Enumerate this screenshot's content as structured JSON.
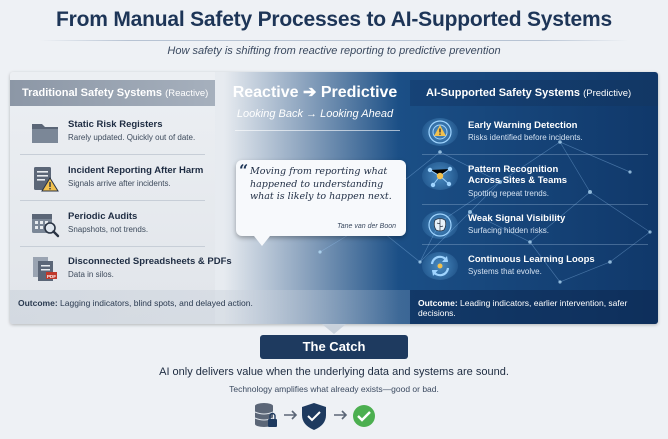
{
  "header": {
    "title": "From Manual Safety Processes to AI-Supported Systems",
    "subtitle": "How safety is shifting from reactive reporting to predictive prevention"
  },
  "left": {
    "title": "Traditional Safety Systems",
    "title_sub": "(Reactive)",
    "items": [
      {
        "title": "Static Risk Registers",
        "desc": "Rarely updated. Quickly out of date.",
        "icon": "folder-icon"
      },
      {
        "title": "Incident Reporting After Harm",
        "desc": "Signals arrive after incidents.",
        "icon": "clipboard-warning-icon"
      },
      {
        "title": "Periodic Audits",
        "desc": "Snapshots, not trends.",
        "icon": "calendar-search-icon"
      },
      {
        "title": "Disconnected Spreadsheets & PDFs",
        "desc": "Data in silos.",
        "icon": "documents-icon"
      }
    ],
    "outcome_label": "Outcome:",
    "outcome_text": "Lagging indicators, blind spots, and delayed action."
  },
  "center": {
    "reactive": "Reactive",
    "predictive": "Predictive",
    "looking_back": "Looking Back",
    "looking_ahead": "Looking Ahead",
    "quote": "Moving from reporting what happened to understanding what is likely to happen next.",
    "quote_author": "Tane van der Boon"
  },
  "right": {
    "title": "AI-Supported Safety Systems",
    "title_sub": "(Predictive)",
    "items": [
      {
        "title": "Early Warning Detection",
        "desc": "Risks identified before incidents.",
        "icon": "radar-warning-icon"
      },
      {
        "title": "Pattern Recognition",
        "title2": "Across Sites & Teams",
        "desc": "Spotting repeat trends.",
        "icon": "network-icon"
      },
      {
        "title": "Weak Signal Visibility",
        "desc": "Surfacing hidden risks.",
        "icon": "brain-icon"
      },
      {
        "title": "Continuous Learning Loops",
        "desc": "Systems that evolve.",
        "icon": "cycle-icon"
      }
    ],
    "outcome_label": "Outcome:",
    "outcome_text": "Leading indicators, earlier intervention, safer decisions."
  },
  "catch": {
    "label": "The Catch",
    "line1": "AI only delivers value when the underlying data and systems are sound.",
    "line2": "Technology amplifies what already exists—good or bad."
  },
  "colors": {
    "navy": "#1e3a5f",
    "accent_yellow": "#f2c14e",
    "check_green": "#4caf50"
  }
}
